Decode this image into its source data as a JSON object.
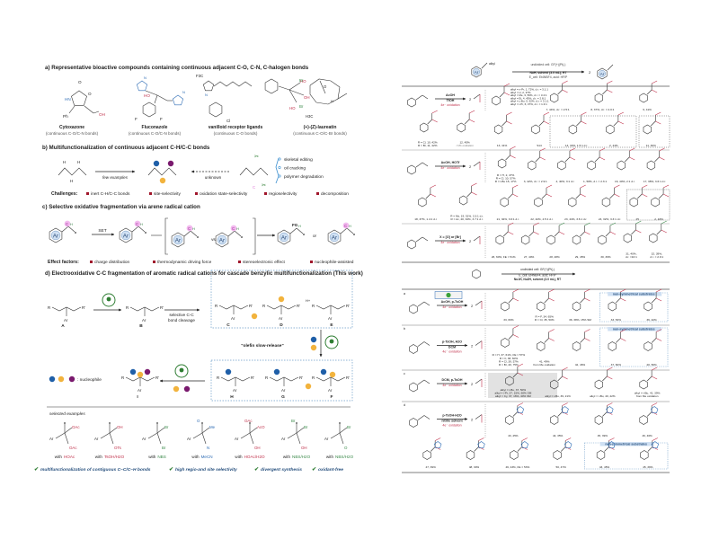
{
  "colors": {
    "oxygen_red": "#c0304a",
    "nitrogen_blue": "#2f6db5",
    "halogen_green": "#3a8a4a",
    "ball_blue": "#1f5fa8",
    "ball_yellow": "#f2b33d",
    "ball_purple": "#7a1a6e",
    "highlight_magenta": "#e07ad8",
    "check_green": "#2e7d32",
    "highlight_text_blue": "#27507e",
    "arene_fill": "#cfe0f3"
  },
  "common": {
    "ar": "Ar",
    "h": "H",
    "r": "R",
    "r_prime": "R'",
    "alkyl": "alkyl",
    "c": "C",
    "fg": "FG"
  },
  "panel_a": {
    "title": "a) Representative bioactive compounds containing continuous adjacent C-O, C-N, C-halogen bonds",
    "compounds": [
      {
        "name": "Cytoxazone",
        "bonds": "(continuous C-O/C-N bonds)",
        "atoms": [
          "O",
          "HN",
          "O",
          "Ph",
          "OH"
        ]
      },
      {
        "name": "Fluconazole",
        "bonds": "(continuous C-O/C-N bonds)",
        "atoms": [
          "N",
          "N",
          "HO",
          "F",
          "F"
        ]
      },
      {
        "name": "vanilloid receptor ligands",
        "bonds": "(continuous C-O bonds)",
        "atoms": [
          "F3C",
          "N",
          "Cl",
          "HO",
          "OH",
          "HO"
        ]
      },
      {
        "name": "(+)-(Z)-laureatin",
        "bonds": "(continuous C-O/C-Br bonds)",
        "atoms": [
          "Br",
          "O",
          "Br",
          "H3C",
          "H"
        ]
      }
    ]
  },
  "panel_b": {
    "title": "b) Multifunctionalization of continuous adjacent C-H/C-C bonds",
    "few_examples": "few examples",
    "unknown": "unknown",
    "applications": [
      "skeletal editing",
      "oil cracking",
      "polymer degradation"
    ],
    "challenges_label": "Challenges:",
    "challenges": [
      "inert C-H/C-C bonds",
      "site-selectivity",
      "oxidation state-selectivity",
      "regioselectivity",
      "decomposition"
    ]
  },
  "panel_c": {
    "title": "c) Selective oxidative fragmentation via arene radical cation",
    "set": "SET",
    "vs": "vs.",
    "or": "or",
    "effect_label": "Effect factors:",
    "effects": [
      "charge distribution",
      "thermodynamic driving force",
      "stereoelectronic effect",
      "nucleophile-assisted"
    ]
  },
  "panel_d": {
    "title": "d)  Electrooxidative C-C fragmentation of aromatic radical cations for cascade benzylic multifunctionalization (This work)",
    "intermediates": [
      "A",
      "B",
      "C",
      "D",
      "E",
      "F",
      "G",
      "H",
      "I"
    ],
    "cleavage": [
      "selective C-C",
      "bond cleavage"
    ],
    "slow_release": "\"olefin slow-release\"",
    "hplus": "H+",
    "nucleophile": ": nucleophile",
    "selected_examples": "selected examples",
    "examples": [
      {
        "groups": [
          "OAc",
          "OAc"
        ],
        "with": "with",
        "reagent": "HOAc"
      },
      {
        "groups": [
          "OH",
          "OTs"
        ],
        "with": "with",
        "reagent": "TsOH/H2O"
      },
      {
        "groups": [
          "Br",
          "Br"
        ],
        "with": "with",
        "reagent": "NBS"
      },
      {
        "groups": [
          "Me",
          "N",
          "O"
        ],
        "with": "with",
        "reagent": "MeCN"
      },
      {
        "groups": [
          "AcO",
          "OH",
          "OAc"
        ],
        "with": "with",
        "reagent": "HOAc/H2O"
      },
      {
        "groups": [
          "Br",
          "OH",
          "Br"
        ],
        "with": "with",
        "reagent": "NBS/H2O"
      },
      {
        "groups": [
          "Br",
          "O"
        ],
        "with": "with",
        "reagent": "NBS/H2O"
      }
    ],
    "highlights": [
      "multifunctionalization of contiguous C–C/C–H bonds",
      "high regio-and site selectivity",
      "divergent synthesis",
      "oxidant-free"
    ]
  },
  "right": {
    "scheme1": {
      "conditions": [
        "undivided cell: GF(+)|Pt(-)",
        "NuH, solvent (3.0 mL), RT",
        "E_cell: Et4NBF4, acid: HFIP"
      ],
      "product_prefix": "2"
    },
    "rows1": [
      {
        "reagents": [
          "AcOH",
          "TfOH",
          "4e⁻ oxidation"
        ],
        "compounds": [
          {
            "lines": [
              "alkyl = n-Pr, 1, 72%, d.r. = 3.1:1",
              "alkyl = H, 2, 37%",
              "alkyl = Me, 3, 56%, d.r. = 3.4:1",
              "alkyl = Et, 4, 45%, d.r. = 2.8:1",
              "alkyl = c-Bu, 5, 52%, d.r. = 3.1:1",
              "alkyl = i-Pr, 6, 37%, d.r. = 1.3:1"
            ]
          },
          {
            "lines": [
              "7, 44%, d.r. = 2.5:1"
            ]
          },
          {
            "lines": [
              "8, 37%, d.r. = 2.0:1"
            ]
          },
          {
            "lines": [
              "9, 41%"
            ]
          }
        ]
      },
      {
        "reagents": [],
        "compounds": [
          {
            "lines": [
              "R = Cl, 10, 42%",
              "R = Br, 11, 42%"
            ]
          },
          {
            "lines": [
              "12, 45%",
              "<1% oxidation"
            ]
          },
          {
            "lines": [
              "13, 41%"
            ]
          },
          {
            "lines": [
              "S14"
            ]
          },
          {
            "lines": [
              "14, 30%, 1.5:1 d.r."
            ]
          },
          {
            "lines": [
              "2, 44%"
            ]
          },
          {
            "lines": [
              "11, 30%"
            ]
          }
        ]
      },
      {
        "reagents": [
          "AcOH, HOTf",
          "4e⁻ oxidation"
        ],
        "compounds": [
          {
            "lines": [
              "R = H, 2, 47%",
              "R = Cl, 10, 57%",
              "R = t-Bu 15, 17%"
            ]
          },
          {
            "lines": [
              "3, 42%, d.r. = 2.9:1"
            ]
          },
          {
            "lines": [
              "4, 40%, 3:1 d.r."
            ]
          },
          {
            "lines": [
              "1, 58%, d.r. = 2.3:1"
            ]
          },
          {
            "lines": [
              "16, 40%, 2:1 d.r."
            ]
          },
          {
            "lines": [
              "17, 38%, 3.6:1 d.r."
            ]
          }
        ]
      },
      {
        "reagents": [],
        "compounds": [
          {
            "lines": [
              "18, 37%, 1.4:1 d.r."
            ]
          },
          {
            "lines": [
              "R = Ms, 19, 51%, 3.3:1 d.r.",
              "R = Ac, 20, 32%, 3.7:1 d.r."
            ]
          },
          {
            "lines": [
              "21, 32%, 3.6:1 d.r."
            ]
          },
          {
            "lines": [
              "22, 42%, 4.5:1 d.r."
            ]
          },
          {
            "lines": [
              "23, 44%, 3.6:1 d.r."
            ]
          },
          {
            "lines": [
              "24, 32%, 3.3:1 d.r."
            ]
          },
          {
            "lines": [
              "25"
            ]
          },
          {
            "lines": [
              "2, 43%"
            ]
          }
        ]
      },
      {
        "reagents": [
          "X = [O] or [Br]",
          "4e⁻ oxidation"
        ],
        "compounds": [
          {
            "lines": [
              "26, 60%, FE = 51%"
            ]
          },
          {
            "lines": [
              "27, 40%"
            ]
          },
          {
            "lines": [
              "28, 48%"
            ]
          },
          {
            "lines": [
              "29, 45%"
            ]
          },
          {
            "lines": [
              "30, 39%"
            ]
          },
          {
            "lines": [
              "31, 40%,",
              "d.r. =10:1"
            ]
          },
          {
            "lines": [
              "32, 39%,",
              "d.r. = 2.0:1"
            ]
          }
        ]
      }
    ],
    "scheme2": {
      "conditions": [
        "undivided cell: GF(+)|Pt(-)",
        "E_cell: Et4NBF4, acid: HFIP",
        "Nu1H, Nu2H, solvent (3.0 mL), RT"
      ]
    },
    "nonsym": "non-symmetrical substrates",
    "rows2": [
      {
        "tag": "a",
        "reagents": [
          "AcOH, p-TsOH",
          "4e⁻ oxidation"
        ],
        "compounds": [
          {
            "lines": [
              "33, 66%"
            ]
          },
          {
            "lines": [
              "R = F, 34, 65%",
              "R = Cl, 35, 50%"
            ]
          },
          {
            "lines": [
              "36, 38%, 15% SM"
            ]
          },
          {
            "lines": [
              "33, 53%"
            ]
          },
          {
            "lines": [
              "36, 42%"
            ]
          }
        ]
      },
      {
        "tag": "b",
        "reagents": [
          "p-TsOH, H2O",
          "DCM",
          "4e⁻ oxidation"
        ],
        "compounds": [
          {
            "lines": [
              "R = H, 37, 61%, FE = 57%",
              "R = F, 38, 60%",
              "R = Cl, 39, 57%",
              "R = Br, 40, 75%"
            ]
          },
          {
            "lines": [
              "41, 49%",
              "from Me oxidation"
            ]
          },
          {
            "lines": [
              "42, 46%"
            ]
          },
          {
            "lines": [
              "37, 60%"
            ]
          },
          {
            "lines": [
              "40, 50%"
            ]
          }
        ]
      },
      {
        "tag": "c",
        "reagents": [
          "DCM, p-TsOH",
          "4e⁻ oxidation"
        ],
        "compounds": [
          {
            "lines": [
              "alkyl = t-Bu, 37, 50%",
              "alkyl = i-Pr, 37, 15%, 60% SM",
              "alkyl = Cy, 37, 16%, 40% SM"
            ]
          },
          {
            "lines": [
              "alkyl = t-Bu, 39, 21%"
            ]
          },
          {
            "lines": [
              "alkyl = t-Bu, 40, 42%"
            ]
          },
          {
            "lines": [
              "alkyl = t-Bu, 41, 39%",
              "from Me oxidation"
            ]
          }
        ]
      },
      {
        "tag": "d",
        "reagents": [
          "p-TsOH·H2O",
          "nitrile solvent",
          "4e⁻ oxidation"
        ],
        "compounds": [
          {
            "lines": [
              "43, 45%"
            ]
          },
          {
            "lines": [
              "44, 35%"
            ]
          },
          {
            "lines": [
              "45, 39%"
            ]
          },
          {
            "lines": [
              "46, 46%"
            ]
          }
        ]
      },
      {
        "tag": "",
        "reagents": [],
        "compounds": [
          {
            "lines": [
              "47, 39%"
            ]
          },
          {
            "lines": [
              "48, 30%"
            ]
          },
          {
            "lines": [
              "49, 43%, FE = 53%"
            ]
          },
          {
            "lines": [
              "50, 47%"
            ]
          },
          {
            "lines": [
              "43, 45%"
            ]
          },
          {
            "lines": [
              "45, 39%"
            ]
          }
        ]
      }
    ]
  }
}
